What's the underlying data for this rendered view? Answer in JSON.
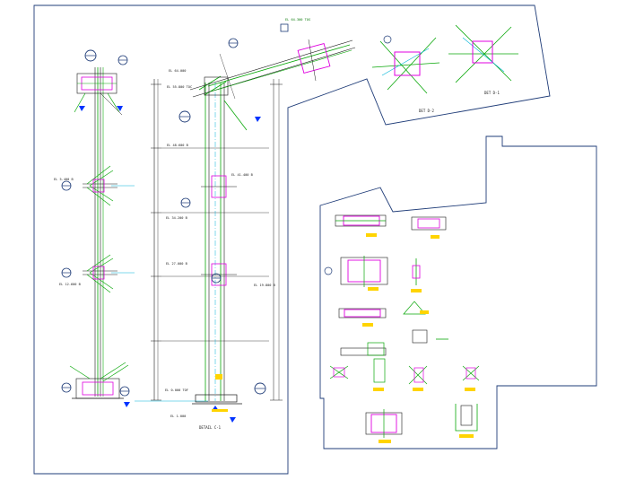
{
  "drawing": {
    "views": {
      "column_elevation": {
        "title": "DETAIL C-1"
      },
      "bracing_detail_upper": {
        "title": "DET D-2"
      },
      "bracing_detail_right": {
        "title": "DET D-1"
      }
    },
    "elevation_labels": [
      "EL 64.300 TOS",
      "EL 64.000",
      "EL 55.800 TOC",
      "EL 48.600 B",
      "EL 41.400 B",
      "EL 34.200 B",
      "EL 27.000 B",
      "EL 19.800 B",
      "EL 12.600 B",
      "EL 5.400 B",
      "EL 0.000 TOF",
      "EL 1.000"
    ],
    "colors": {
      "sheet_border": "#1f3c78",
      "steel": "#0aa80a",
      "bolts": "#e000e0",
      "dimension": "#1a1a1a",
      "centerline": "#00b4d8",
      "grout": "#ffd400",
      "callout": "#0033ff"
    }
  }
}
